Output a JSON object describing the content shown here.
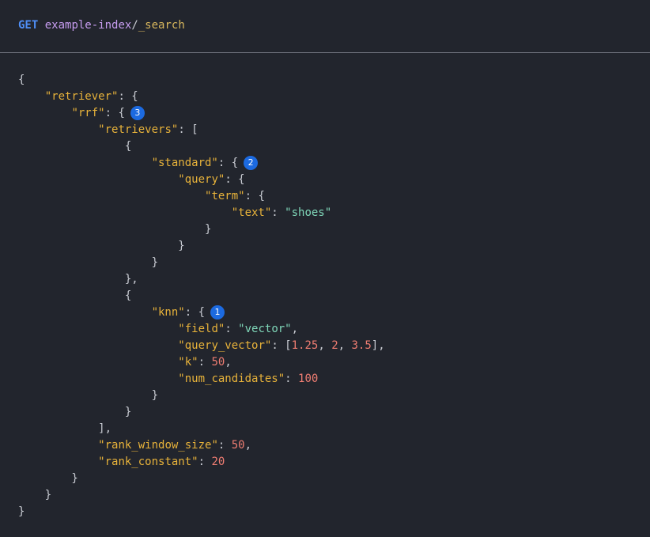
{
  "request": {
    "method": "GET",
    "index": "example-index",
    "separator": "/",
    "endpoint": "_search"
  },
  "code": {
    "open_root": "{",
    "retriever_key": "\"retriever\"",
    "rrf_key": "\"rrf\"",
    "retrievers_key": "\"retrievers\"",
    "open_bracket": "[",
    "standard_key": "\"standard\"",
    "query_key": "\"query\"",
    "term_key": "\"term\"",
    "text_key": "\"text\"",
    "text_value": "\"shoes\"",
    "knn_key": "\"knn\"",
    "field_key": "\"field\"",
    "field_value": "\"vector\"",
    "query_vector_key": "\"query_vector\"",
    "query_vector_values": [
      "1.25",
      "2",
      "3.5"
    ],
    "k_key": "\"k\"",
    "k_value": "50",
    "num_candidates_key": "\"num_candidates\"",
    "num_candidates_value": "100",
    "rank_window_size_key": "\"rank_window_size\"",
    "rank_window_size_value": "50",
    "rank_constant_key": "\"rank_constant\"",
    "rank_constant_value": "20",
    "close_root": "}"
  },
  "callouts": {
    "rrf": "3",
    "standard": "2",
    "knn": "1"
  },
  "colors": {
    "background": "#22252d",
    "method": "#4f8ff7",
    "index": "#c79df0",
    "key": "#e7b23a",
    "string": "#7fd6b8",
    "number": "#ef7d72",
    "punctuation": "#c9ccd3",
    "callout": "#1c6ae0"
  }
}
